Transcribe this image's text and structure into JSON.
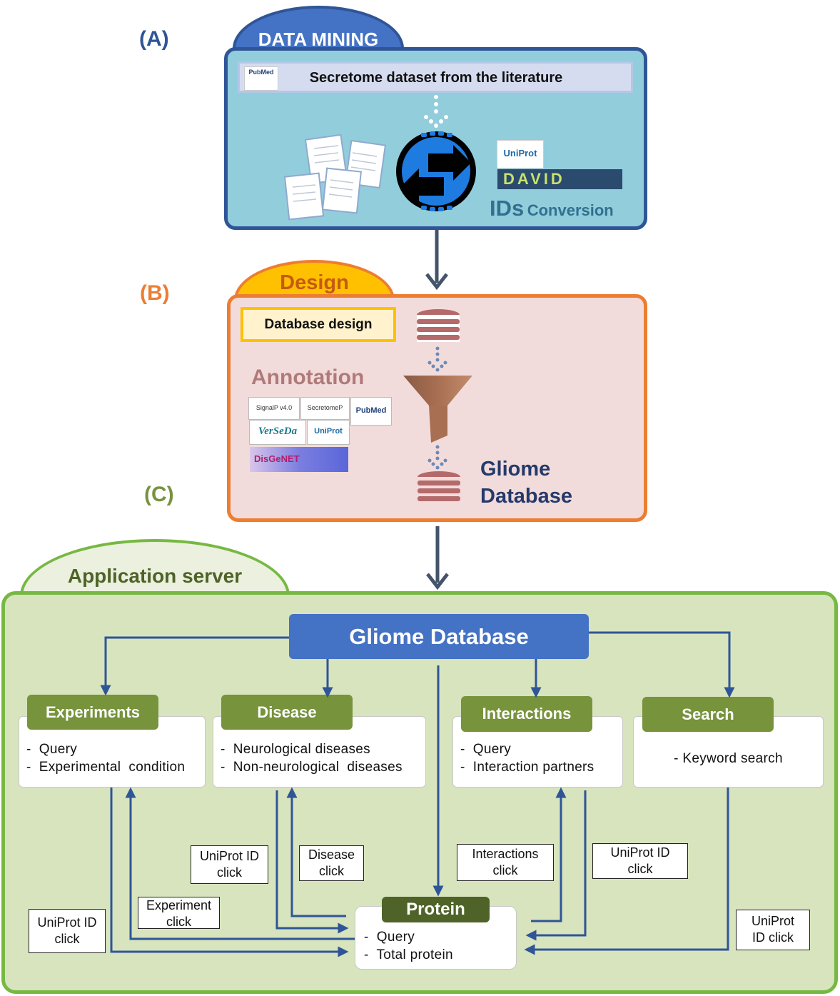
{
  "section_a": {
    "letter": "(A)",
    "tab": "DATA MINING",
    "source_title": "Secretome dataset from the literature",
    "pubmed_logo": "PubMed",
    "uniprot_logo": "UniProt",
    "david_logo": "DAVID",
    "conversion_big": "IDs",
    "conversion_small": "Conversion",
    "colors": {
      "border": "#2f5597",
      "fill": "#92cddc",
      "tab": "#4472c4"
    }
  },
  "section_b": {
    "letter": "(B)",
    "tab": "Design",
    "design_box": "Database design",
    "annotation": "Annotation",
    "tool_logos": [
      "SignalP v4.0",
      "SecretomeP v1.0",
      "PubMed",
      "VerSeDa",
      "UniProt",
      "DisGeNET"
    ],
    "db_label_line1": "Gliome",
    "db_label_line2": "Database",
    "colors": {
      "border": "#ed7d31",
      "fill": "#f2dcdb",
      "tab": "#ffc000"
    }
  },
  "section_c": {
    "letter": "(C)",
    "tab": "Application server",
    "hub": "Gliome Database",
    "modules": [
      {
        "title": "Experiments",
        "lines": [
          "-  Query",
          "-  Experimental  condition"
        ]
      },
      {
        "title": "Disease",
        "lines": [
          "-  Neurological diseases",
          "-  Non-neurological  diseases"
        ]
      },
      {
        "title": "Interactions",
        "lines": [
          "-  Query",
          "-  Interaction partners"
        ]
      },
      {
        "title": "Search",
        "lines": [
          "- Keyword search"
        ]
      }
    ],
    "protein": {
      "title": "Protein",
      "lines": [
        "-  Query",
        "-  Total protein"
      ]
    },
    "clicks": {
      "uniprot_1": [
        "UniProt ID",
        "click"
      ],
      "experiment": [
        "Experiment",
        "click"
      ],
      "uniprot_2": [
        "UniProt ID",
        "click"
      ],
      "disease": [
        "Disease",
        "click"
      ],
      "interactions": [
        "Interactions",
        "click"
      ],
      "uniprot_3": [
        "UniProt ID",
        "click"
      ],
      "uniprot_4": [
        "UniProt",
        "ID click"
      ]
    },
    "colors": {
      "border": "#77b843",
      "fill": "#d7e4bd",
      "hub": "#4472c4",
      "module": "#77933c",
      "arrow": "#2f5597"
    }
  }
}
